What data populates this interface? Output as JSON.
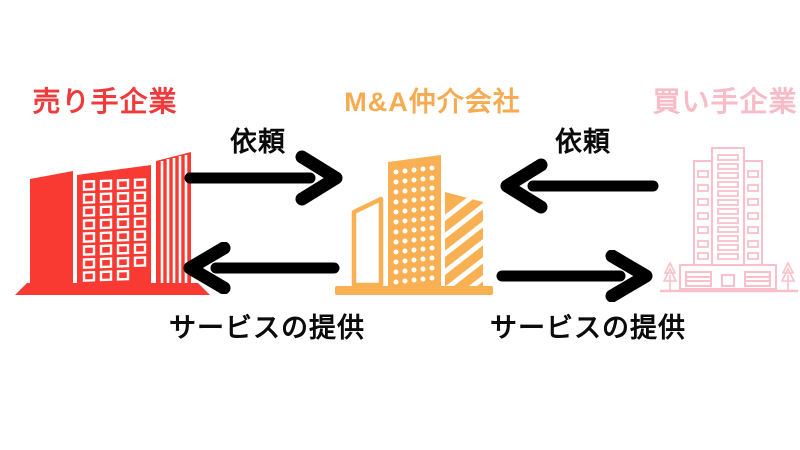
{
  "diagram": {
    "title_implicit": "M&A intermediary relationship diagram",
    "background_color": "#ffffff",
    "entities": [
      {
        "id": "seller",
        "label": "売り手企業",
        "color": "#ef3b3b",
        "icon": "red-city-buildings-icon",
        "icon_style": "solid red buildings with white windows on ground platform"
      },
      {
        "id": "broker",
        "label": "M&A仲介会社",
        "color": "#f7ab51",
        "icon": "orange-city-buildings-icon",
        "icon_style": "orange towers with dotted and hatched windows on base bar"
      },
      {
        "id": "buyer",
        "label": "買い手企業",
        "color": "#f8bcc6",
        "icon": "pink-outline-skyscraper-icon",
        "icon_style": "light pink outlined high-rise with side wings, trees and ground line"
      }
    ],
    "arrows": [
      {
        "id": "seller-to-broker",
        "label": "依頼",
        "direction": "right",
        "color": "#000000",
        "position": "top-left"
      },
      {
        "id": "buyer-to-broker",
        "label": "依頼",
        "direction": "left",
        "color": "#000000",
        "position": "top-right"
      },
      {
        "id": "broker-to-seller",
        "label": "サービスの提供",
        "direction": "left",
        "color": "#000000",
        "position": "bottom-left"
      },
      {
        "id": "broker-to-buyer",
        "label": "サービスの提供",
        "direction": "right",
        "color": "#000000",
        "position": "bottom-right"
      }
    ]
  }
}
